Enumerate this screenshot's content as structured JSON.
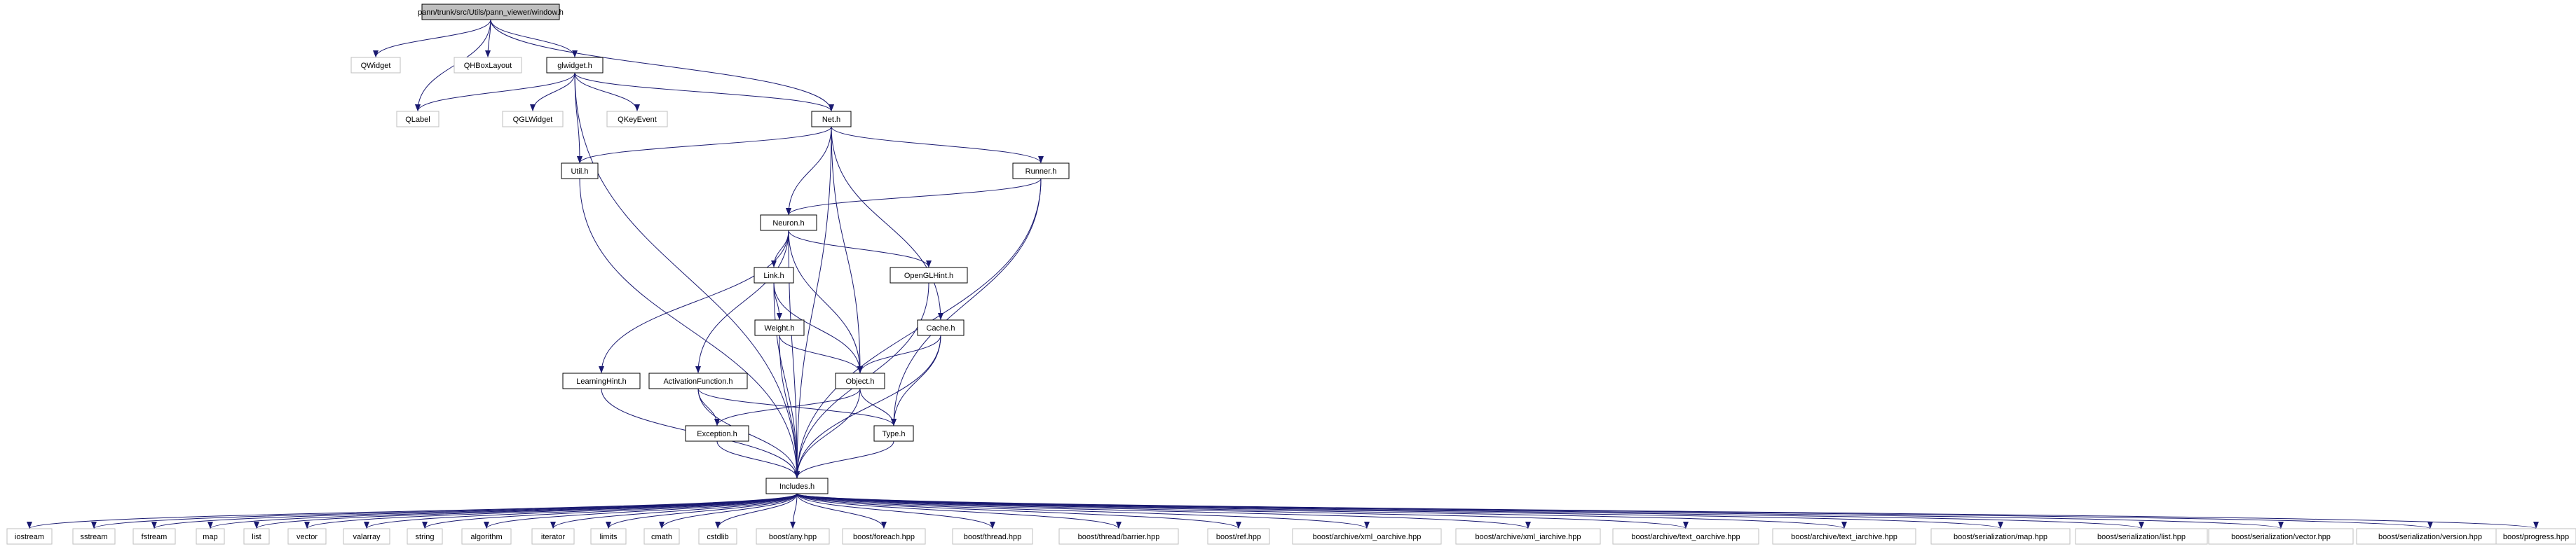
{
  "graph": {
    "colors": {
      "edge": "#191970",
      "root_fill": "#bfbfbf",
      "node_border_project": "#000000",
      "node_border_external": "#bfbfbf",
      "text": "#000000",
      "background": "#ffffff"
    },
    "nodes": [
      {
        "id": "window_h",
        "label": "pann/trunk/src/Utils/pann_viewer/window.h",
        "kind": "root"
      },
      {
        "id": "qwidget",
        "label": "QWidget",
        "kind": "external"
      },
      {
        "id": "qhboxlayout",
        "label": "QHBoxLayout",
        "kind": "external"
      },
      {
        "id": "glwidget_h",
        "label": "glwidget.h",
        "kind": "project"
      },
      {
        "id": "qlabel",
        "label": "QLabel",
        "kind": "external"
      },
      {
        "id": "qglwidget",
        "label": "QGLWidget",
        "kind": "external"
      },
      {
        "id": "qkeyevent",
        "label": "QKeyEvent",
        "kind": "external"
      },
      {
        "id": "net_h",
        "label": "Net.h",
        "kind": "project"
      },
      {
        "id": "util_h",
        "label": "Util.h",
        "kind": "project"
      },
      {
        "id": "runner_h",
        "label": "Runner.h",
        "kind": "project"
      },
      {
        "id": "neuron_h",
        "label": "Neuron.h",
        "kind": "project"
      },
      {
        "id": "link_h",
        "label": "Link.h",
        "kind": "project"
      },
      {
        "id": "openglhint_h",
        "label": "OpenGLHint.h",
        "kind": "project"
      },
      {
        "id": "weight_h",
        "label": "Weight.h",
        "kind": "project"
      },
      {
        "id": "cache_h",
        "label": "Cache.h",
        "kind": "project"
      },
      {
        "id": "learninghint_h",
        "label": "LearningHint.h",
        "kind": "project"
      },
      {
        "id": "activationfunction_h",
        "label": "ActivationFunction.h",
        "kind": "project"
      },
      {
        "id": "object_h",
        "label": "Object.h",
        "kind": "project"
      },
      {
        "id": "exception_h",
        "label": "Exception.h",
        "kind": "project"
      },
      {
        "id": "type_h",
        "label": "Type.h",
        "kind": "project"
      },
      {
        "id": "includes_h",
        "label": "Includes.h",
        "kind": "project"
      },
      {
        "id": "iostream",
        "label": "iostream",
        "kind": "external"
      },
      {
        "id": "sstream",
        "label": "sstream",
        "kind": "external"
      },
      {
        "id": "fstream",
        "label": "fstream",
        "kind": "external"
      },
      {
        "id": "map",
        "label": "map",
        "kind": "external"
      },
      {
        "id": "list",
        "label": "list",
        "kind": "external"
      },
      {
        "id": "vector",
        "label": "vector",
        "kind": "external"
      },
      {
        "id": "valarray",
        "label": "valarray",
        "kind": "external"
      },
      {
        "id": "string",
        "label": "string",
        "kind": "external"
      },
      {
        "id": "algorithm",
        "label": "algorithm",
        "kind": "external"
      },
      {
        "id": "iterator",
        "label": "iterator",
        "kind": "external"
      },
      {
        "id": "limits",
        "label": "limits",
        "kind": "external"
      },
      {
        "id": "cmath",
        "label": "cmath",
        "kind": "external"
      },
      {
        "id": "cstdlib",
        "label": "cstdlib",
        "kind": "external"
      },
      {
        "id": "boost_any",
        "label": "boost/any.hpp",
        "kind": "external"
      },
      {
        "id": "boost_foreach",
        "label": "boost/foreach.hpp",
        "kind": "external"
      },
      {
        "id": "boost_thread",
        "label": "boost/thread.hpp",
        "kind": "external"
      },
      {
        "id": "boost_barrier",
        "label": "boost/thread/barrier.hpp",
        "kind": "external"
      },
      {
        "id": "boost_ref",
        "label": "boost/ref.hpp",
        "kind": "external"
      },
      {
        "id": "boost_xml_oarchive",
        "label": "boost/archive/xml_oarchive.hpp",
        "kind": "external"
      },
      {
        "id": "boost_xml_iarchive",
        "label": "boost/archive/xml_iarchive.hpp",
        "kind": "external"
      },
      {
        "id": "boost_text_oarchive",
        "label": "boost/archive/text_oarchive.hpp",
        "kind": "external"
      },
      {
        "id": "boost_text_iarchive",
        "label": "boost/archive/text_iarchive.hpp",
        "kind": "external"
      },
      {
        "id": "boost_ser_map",
        "label": "boost/serialization/map.hpp",
        "kind": "external"
      },
      {
        "id": "boost_ser_list",
        "label": "boost/serialization/list.hpp",
        "kind": "external"
      },
      {
        "id": "boost_ser_vector",
        "label": "boost/serialization/vector.hpp",
        "kind": "external"
      },
      {
        "id": "boost_ser_version",
        "label": "boost/serialization/version.hpp",
        "kind": "external"
      },
      {
        "id": "boost_progress",
        "label": "boost/progress.hpp",
        "kind": "external"
      }
    ],
    "edges": [
      [
        "window_h",
        "qwidget"
      ],
      [
        "window_h",
        "qhboxlayout"
      ],
      [
        "window_h",
        "glwidget_h"
      ],
      [
        "window_h",
        "qlabel"
      ],
      [
        "window_h",
        "net_h"
      ],
      [
        "glwidget_h",
        "qlabel"
      ],
      [
        "glwidget_h",
        "qglwidget"
      ],
      [
        "glwidget_h",
        "qkeyevent"
      ],
      [
        "glwidget_h",
        "net_h"
      ],
      [
        "glwidget_h",
        "util_h"
      ],
      [
        "glwidget_h",
        "includes_h"
      ],
      [
        "net_h",
        "util_h"
      ],
      [
        "net_h",
        "runner_h"
      ],
      [
        "net_h",
        "neuron_h"
      ],
      [
        "net_h",
        "cache_h"
      ],
      [
        "net_h",
        "object_h"
      ],
      [
        "net_h",
        "includes_h"
      ],
      [
        "util_h",
        "includes_h"
      ],
      [
        "runner_h",
        "neuron_h"
      ],
      [
        "runner_h",
        "type_h"
      ],
      [
        "runner_h",
        "includes_h"
      ],
      [
        "neuron_h",
        "link_h"
      ],
      [
        "neuron_h",
        "openglhint_h"
      ],
      [
        "neuron_h",
        "learninghint_h"
      ],
      [
        "neuron_h",
        "activationfunction_h"
      ],
      [
        "neuron_h",
        "object_h"
      ],
      [
        "neuron_h",
        "includes_h"
      ],
      [
        "link_h",
        "weight_h"
      ],
      [
        "link_h",
        "object_h"
      ],
      [
        "link_h",
        "includes_h"
      ],
      [
        "openglhint_h",
        "includes_h"
      ],
      [
        "weight_h",
        "object_h"
      ],
      [
        "weight_h",
        "includes_h"
      ],
      [
        "cache_h",
        "object_h"
      ],
      [
        "cache_h",
        "type_h"
      ],
      [
        "cache_h",
        "includes_h"
      ],
      [
        "learninghint_h",
        "includes_h"
      ],
      [
        "activationfunction_h",
        "exception_h"
      ],
      [
        "activationfunction_h",
        "type_h"
      ],
      [
        "activationfunction_h",
        "includes_h"
      ],
      [
        "object_h",
        "exception_h"
      ],
      [
        "object_h",
        "type_h"
      ],
      [
        "object_h",
        "includes_h"
      ],
      [
        "exception_h",
        "includes_h"
      ],
      [
        "type_h",
        "includes_h"
      ],
      [
        "includes_h",
        "iostream"
      ],
      [
        "includes_h",
        "sstream"
      ],
      [
        "includes_h",
        "fstream"
      ],
      [
        "includes_h",
        "map"
      ],
      [
        "includes_h",
        "list"
      ],
      [
        "includes_h",
        "vector"
      ],
      [
        "includes_h",
        "valarray"
      ],
      [
        "includes_h",
        "string"
      ],
      [
        "includes_h",
        "algorithm"
      ],
      [
        "includes_h",
        "iterator"
      ],
      [
        "includes_h",
        "limits"
      ],
      [
        "includes_h",
        "cmath"
      ],
      [
        "includes_h",
        "cstdlib"
      ],
      [
        "includes_h",
        "boost_any"
      ],
      [
        "includes_h",
        "boost_foreach"
      ],
      [
        "includes_h",
        "boost_thread"
      ],
      [
        "includes_h",
        "boost_barrier"
      ],
      [
        "includes_h",
        "boost_ref"
      ],
      [
        "includes_h",
        "boost_xml_oarchive"
      ],
      [
        "includes_h",
        "boost_xml_iarchive"
      ],
      [
        "includes_h",
        "boost_text_oarchive"
      ],
      [
        "includes_h",
        "boost_text_iarchive"
      ],
      [
        "includes_h",
        "boost_ser_map"
      ],
      [
        "includes_h",
        "boost_ser_list"
      ],
      [
        "includes_h",
        "boost_ser_vector"
      ],
      [
        "includes_h",
        "boost_ser_version"
      ],
      [
        "includes_h",
        "boost_progress"
      ]
    ]
  }
}
